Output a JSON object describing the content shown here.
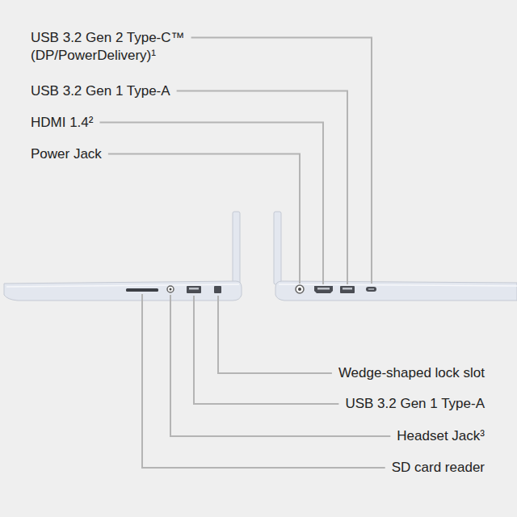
{
  "diagram": {
    "labels": [
      "USB 3.2 Gen 2 Type-C™ (DP/PowerDelivery)¹",
      "USB 3.2 Gen 1 Type-A",
      "HDMI 1.4²",
      "Power Jack",
      "Wedge-shaped lock slot",
      "USB 3.2 Gen 1 Type-A",
      "Headset Jack³",
      "SD card reader"
    ]
  }
}
